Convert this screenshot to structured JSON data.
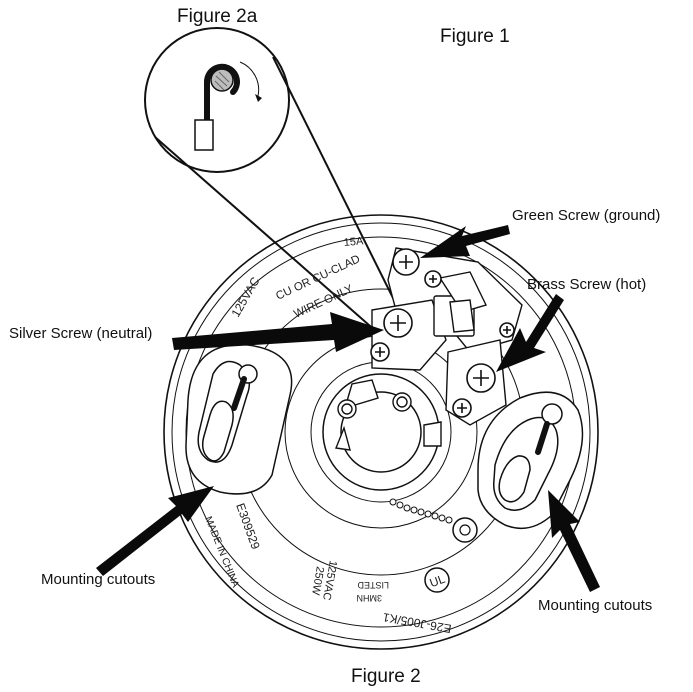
{
  "figures": {
    "fig2a": "Figure 2a",
    "fig1": "Figure 1",
    "fig2": "Figure 2"
  },
  "callouts": {
    "green_screw": "Green Screw (ground)",
    "brass_screw": "Brass Screw (hot)",
    "silver_screw": "Silver Screw (neutral)",
    "mounting_left": "Mounting cutouts",
    "mounting_right": "Mounting cutouts"
  },
  "fixture_markings": {
    "amps": "15A",
    "voltage_left": "125VAC",
    "wire_line1": "CU OR CU-CLAD",
    "wire_line2": "WIRE ONLY",
    "cert_code": "E309529",
    "made_in": "MADE IN CHINA",
    "rating_watts": "250W",
    "rating_volts": "125VAC",
    "listed_line1": "LISTED",
    "listed_line2": "3MHN",
    "model": "E26-J005/K1",
    "ul_mark": "UL"
  },
  "colors": {
    "stroke": "#111111",
    "arrow": "#0a0a0a",
    "background": "#ffffff"
  },
  "icons": [
    "wire-hook-icon",
    "screw-icon",
    "arrow-icon",
    "ul-mark-icon"
  ]
}
